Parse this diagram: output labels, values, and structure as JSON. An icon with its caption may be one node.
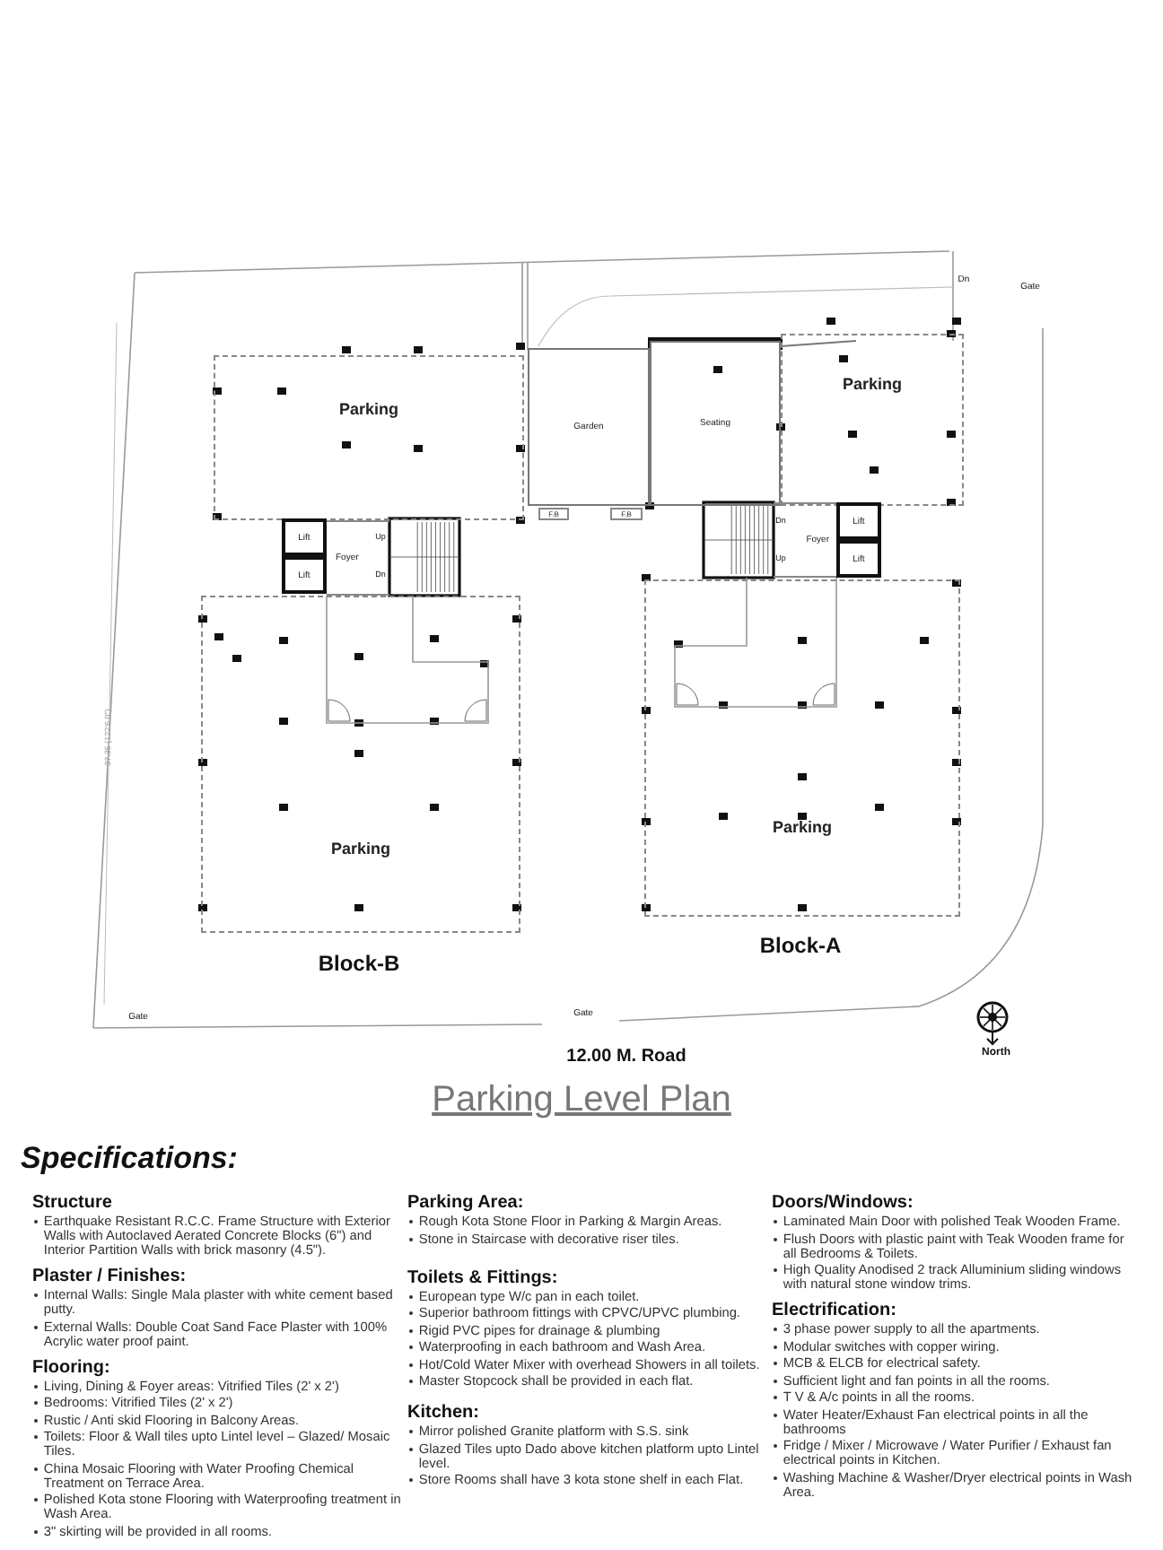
{
  "diagram": {
    "title": "Parking Level Plan",
    "nodes": [
      {
        "text": [
          "Parking"
        ]
      },
      {
        "text": [
          "Garden"
        ]
      },
      {
        "text": [
          "Seating"
        ]
      },
      {
        "text": [
          "Parking"
        ]
      },
      {
        "text": [
          "Lift"
        ]
      },
      {
        "text": [
          "Lift"
        ]
      },
      {
        "text": [
          "Foyer"
        ]
      },
      {
        "text": [
          "F.B"
        ]
      },
      {
        "text": [
          "F.B"
        ]
      },
      {
        "text": [
          "Foyer"
        ]
      },
      {
        "text": [
          "Lift"
        ]
      },
      {
        "text": [
          "Lift"
        ]
      },
      {
        "text": [
          "Parking"
        ]
      },
      {
        "text": [
          "Parking"
        ]
      }
    ],
    "labels": [
      "Dn",
      "Gate",
      "Up",
      "Dn",
      "Dn",
      "Up",
      "37.35 (122'6.0\")",
      "Block-B",
      "Block-A",
      "Gate",
      "Gate",
      "12.00 M. Road",
      "North",
      "Specifications:",
      "Structure",
      "Earthquake Resistant R.C.C. Frame Structure with Exterior Walls with Autoclaved Aerated Concrete Blocks (6\") and Interior Partition Walls with brick masonry (4.5\").",
      "Plaster / Finishes:",
      "Internal Walls: Single Mala plaster with white cement based putty.",
      "External Walls: Double Coat Sand Face Plaster with 100% Acrylic water proof paint.",
      "Flooring:",
      "Living, Dining & Foyer areas: Vitrified Tiles (2' x 2')",
      "Bedrooms: Vitrified Tiles (2' x 2')",
      "Rustic / Anti skid Flooring in Balcony Areas.",
      "Toilets: Floor & Wall tiles upto Lintel level – Glazed/ Mosaic Tiles.",
      "China Mosaic Flooring with Water Proofing Chemical Treatment on Terrace Area.",
      "Polished Kota stone Flooring with Waterproofing treatment in Wash Area.",
      "3\" skirting will be provided in all rooms.",
      "Parking Area:",
      "Rough Kota Stone Floor in Parking & Margin Areas.",
      "Stone in Staircase with decorative riser tiles.",
      "Toilets & Fittings:",
      "European type W/c pan in each toilet.",
      "Superior bathroom fittings with CPVC/UPVC plumbing.",
      "Rigid PVC pipes for drainage & plumbing",
      "Waterproofing in each bathroom and Wash Area.",
      "Hot/Cold Water Mixer with overhead Showers in all toilets.",
      "Master Stopcock shall be provided in each flat.",
      "Kitchen:",
      "Mirror polished Granite platform with S.S. sink",
      "Glazed Tiles upto Dado above kitchen platform upto Lintel level.",
      "Store Rooms shall have 3 kota stone shelf in each Flat.",
      "Doors/Windows:",
      "Laminated Main Door with polished Teak Wooden Frame.",
      "Flush Doors with plastic paint with Teak Wooden frame for all Bedrooms & Toilets.",
      "High Quality Anodised 2 track Alluminium sliding windows with natural stone window trims.",
      "Electrification:",
      "3 phase power supply to all the apartments.",
      "Modular switches with copper wiring.",
      "MCB & ELCB for electrical safety.",
      "Sufficient light and fan points in all the rooms.",
      "T V & A/c points in all the rooms.",
      "Water Heater/Exhaust Fan electrical points in all the bathrooms",
      "Fridge / Mixer / Microwave / Water Purifier / Exhaust fan electrical points in Kitchen.",
      "Washing Machine & Washer/Dryer electrical points in Wash Area."
    ]
  }
}
